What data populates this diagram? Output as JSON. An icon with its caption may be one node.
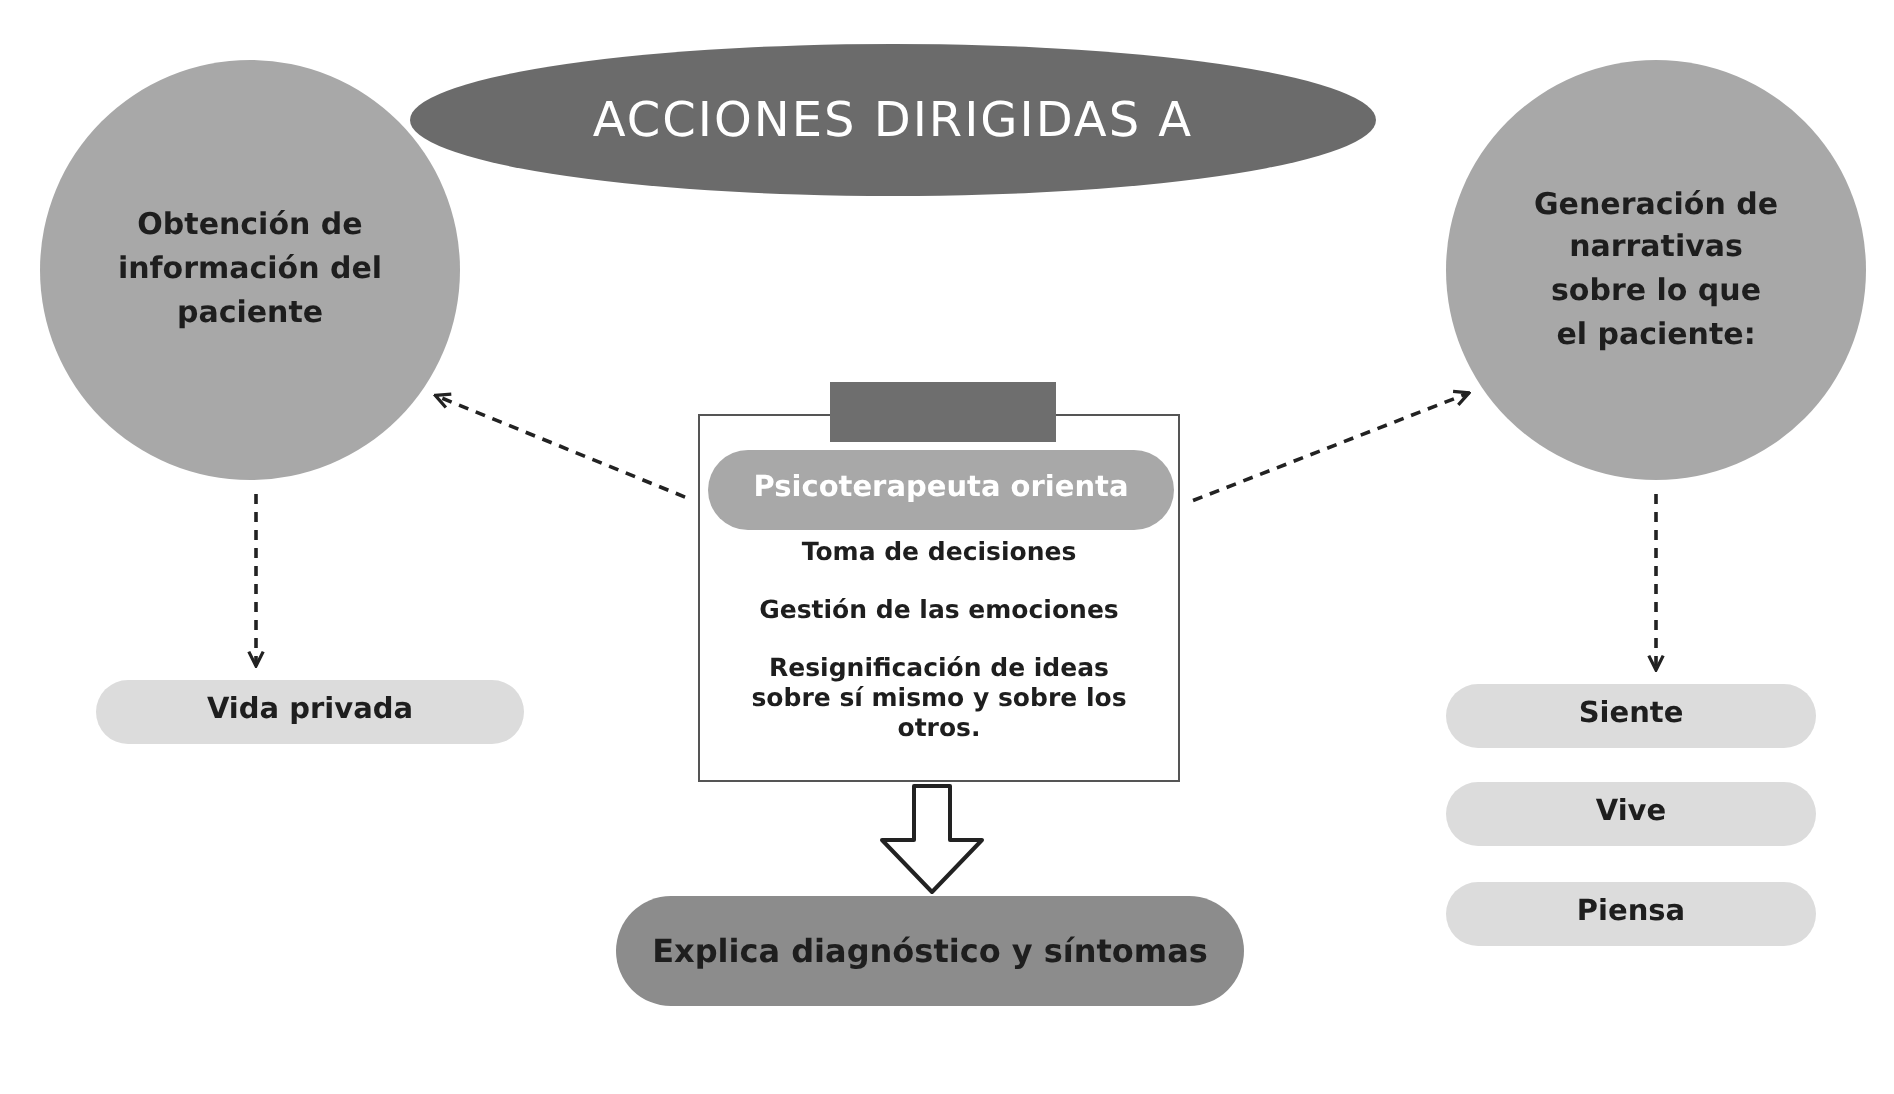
{
  "diagram": {
    "nodes": [
      {
        "text": [
          "ACCIONES DIRIGIDAS A"
        ]
      },
      {
        "text": [
          "Obtención de información del paciente"
        ]
      },
      {
        "text": [
          "Toma de decisiones",
          "Gestión de las emociones",
          "Resignificación de ideas sobre sí mismo y sobre los otros."
        ]
      },
      {
        "text": [
          "Psicoterapeuta orienta"
        ],
        "in": 2
      },
      {
        "text": [
          "Generación de narrativas sobre lo que el paciente:"
        ]
      },
      {
        "text": [
          "Vida privada"
        ]
      },
      {
        "text": [
          "Explica diagnóstico y síntomas"
        ]
      },
      {
        "text": [
          "Siente"
        ]
      },
      {
        "text": [
          "Vive"
        ]
      },
      {
        "text": [
          "Piensa"
        ]
      }
    ],
    "edges": [
      {
        "from": 2,
        "to": 1,
        "arrow": "to",
        "style": "dashed"
      },
      {
        "from": 2,
        "to": 4,
        "arrow": "to",
        "style": "dashed"
      },
      {
        "from": 1,
        "to": 5,
        "arrow": "to",
        "style": "dashed"
      },
      {
        "from": 4,
        "to": 7,
        "arrow": "to",
        "style": "dashed"
      },
      {
        "from": 2,
        "to": 6,
        "arrow": "to",
        "style": "thick"
      }
    ]
  }
}
